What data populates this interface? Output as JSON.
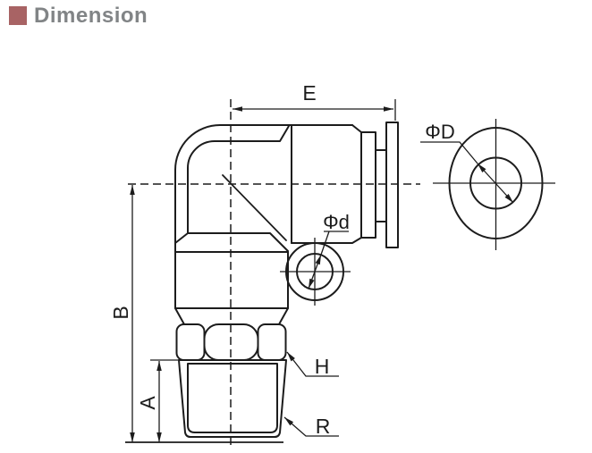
{
  "header": {
    "title": "Dimension",
    "accent_color": "#a86364",
    "title_color": "#818486"
  },
  "drawing": {
    "line_color": "#1c1c1c",
    "labels": {
      "e": "E",
      "phi_D": "ΦD",
      "phi_d": "Φd",
      "b": "B",
      "a": "A",
      "h": "H",
      "r": "R"
    }
  }
}
